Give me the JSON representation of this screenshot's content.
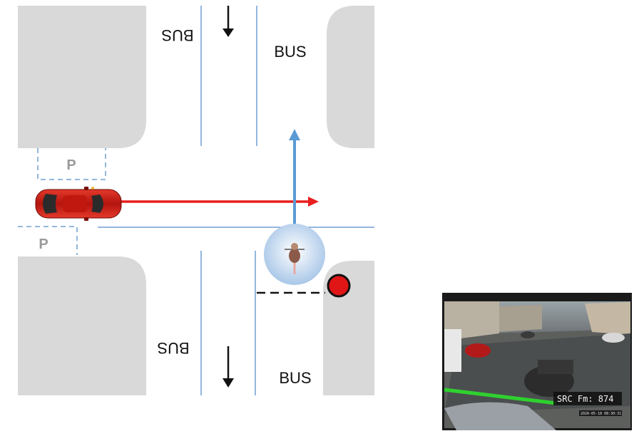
{
  "diagram": {
    "bus_label_top_left": "BUS",
    "bus_label_top_right": "BUS",
    "bus_label_bottom_left": "BUS",
    "bus_label_bottom_right": "BUS",
    "parking_label_top": "P",
    "parking_label_bottom": "P"
  },
  "camera": {
    "overlay_text": "SRC Fm: 874",
    "timestamp": "2020-05-18 08:30:31"
  },
  "colors": {
    "block_fill": "#d9d9d9",
    "lane_line": "#6f9fd0",
    "car_arrow": "#e81f1f",
    "cyclist_arrow": "#5b9bd5",
    "traffic_light": "#e01515",
    "green_line": "#2fd12f"
  }
}
